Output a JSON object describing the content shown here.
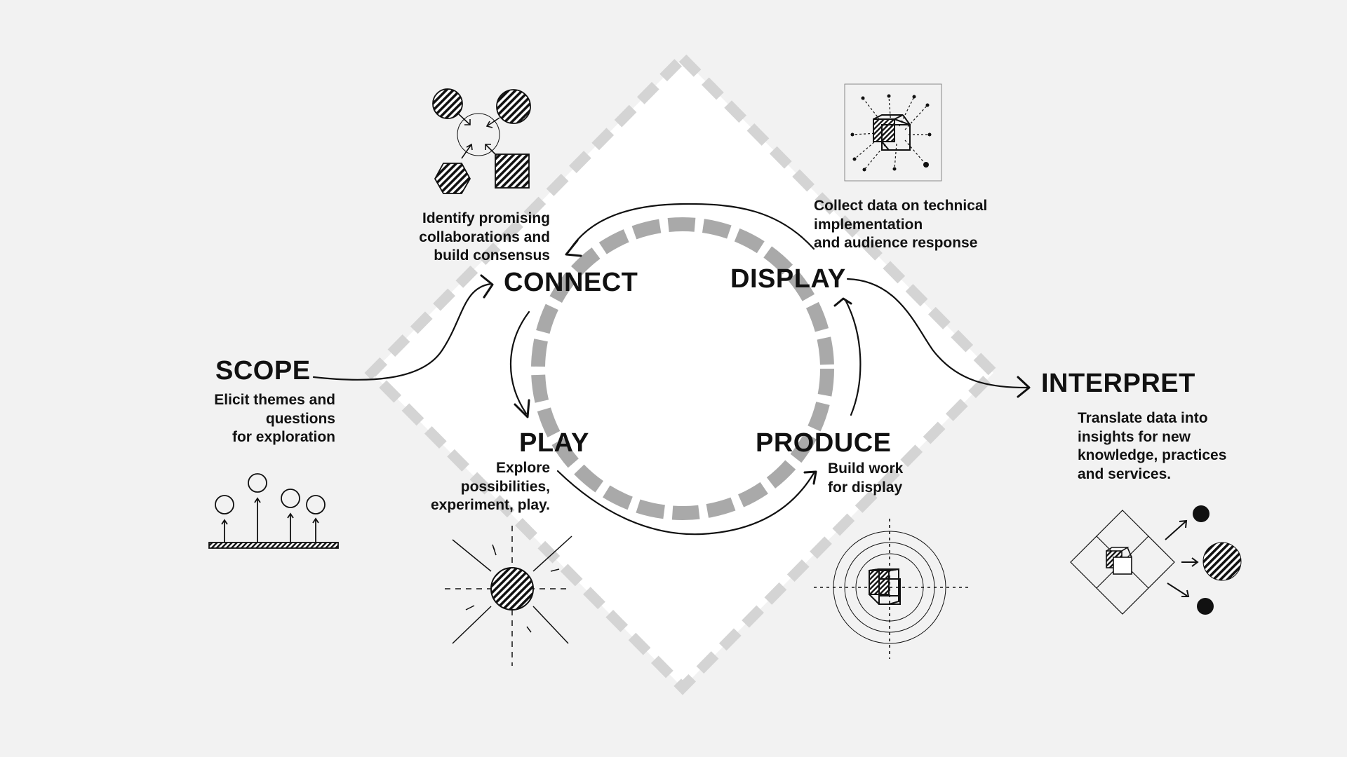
{
  "colors": {
    "background": "#f2f2f2",
    "diamond_fill": "#ffffff",
    "diamond_dash": "#d4d4d4",
    "ring_dash": "#a9a9a9",
    "ink": "#111111"
  },
  "stages": {
    "scope": {
      "title": "SCOPE",
      "description": "Elicit themes and\nquestions\nfor exploration",
      "icon": "rising-ideas-icon"
    },
    "connect": {
      "title": "CONNECT",
      "description": "Identify promising\ncollaborations and\nbuild consensus",
      "icon": "converging-shapes-icon"
    },
    "play": {
      "title": "PLAY",
      "description": "Explore\npossibilities,\nexperiment, play.",
      "icon": "radiating-sphere-icon"
    },
    "produce": {
      "title": "PRODUCE",
      "description": "Build work\nfor display",
      "icon": "target-cube-icon"
    },
    "display": {
      "title": "DISPLAY",
      "description": "Collect data on technical\nimplementation\nand audience response",
      "icon": "cube-network-icon"
    },
    "interpret": {
      "title": "INTERPRET",
      "description": "Translate data into\ninsights for new\nknowledge, practices\nand services.",
      "icon": "diamond-output-icon"
    }
  }
}
